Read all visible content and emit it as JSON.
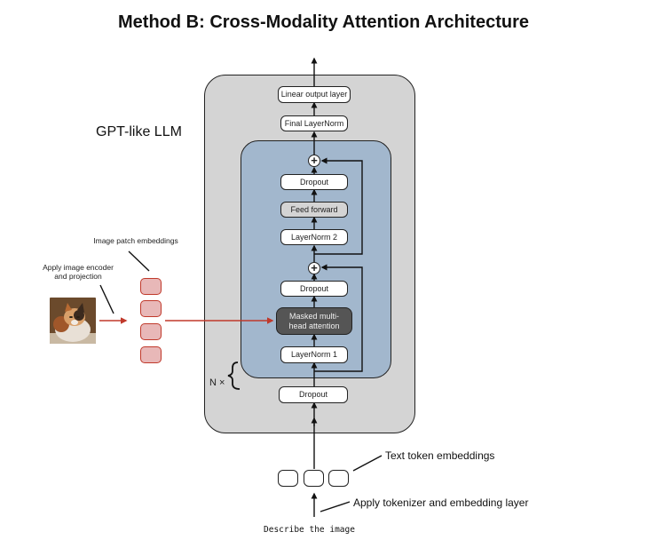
{
  "title": "Method B: Cross-Modality Attention Architecture",
  "llm_label": "GPT-like LLM",
  "repeat_label": "N ×",
  "blocks": {
    "linear_output": "Linear output layer",
    "final_layernorm": "Final LayerNorm",
    "dropout_top": "Dropout",
    "feed_forward": "Feed forward",
    "layernorm2": "LayerNorm 2",
    "dropout_mid": "Dropout",
    "attention": "Masked multi-head attention",
    "layernorm1": "LayerNorm 1",
    "dropout_bottom": "Dropout"
  },
  "residual_symbol": "+",
  "image_side": {
    "patch_label": "Image patch embeddings",
    "encoder_label": "Apply image encoder and projection",
    "image_subject": "cat photo",
    "patch_count": 4,
    "accent_color": "#c0392b",
    "patch_fill": "#e8b8b8"
  },
  "text_side": {
    "token_label": "Text token embeddings",
    "tokenizer_label": "Apply tokenizer and embedding layer",
    "prompt": "Describe the image",
    "token_count": 3
  },
  "colors": {
    "outer_block": "#d4d4d4",
    "inner_block": "#a2b7cd",
    "attention_box": "#555555"
  }
}
